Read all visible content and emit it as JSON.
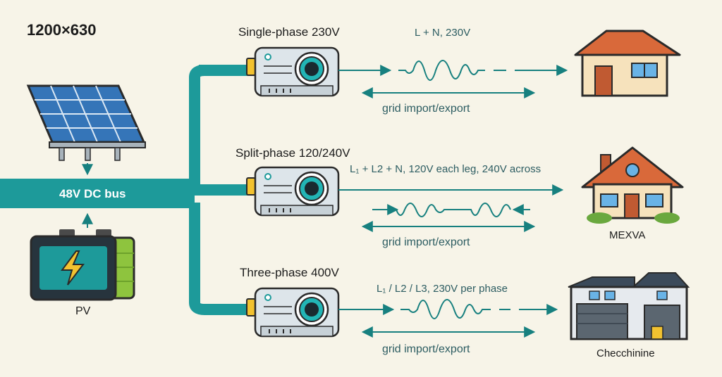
{
  "title": "1200×630",
  "bus": {
    "label": "48V DC bus"
  },
  "battery": {
    "label": "PV"
  },
  "branches": [
    {
      "title": "Single-phase 230V",
      "wave_label": "L + N, 230V",
      "grid_label": "grid import/export",
      "building_label": ""
    },
    {
      "title": "Split-phase 120/240V",
      "wave_label": "L₁ + L2 + N, 120V each leg, 240V across",
      "grid_label": "grid import/export",
      "building_label": "MEXVA"
    },
    {
      "title": "Three-phase 400V",
      "wave_label": "L₁ / L2 / L3, 230V per phase",
      "grid_label": "grid import/export",
      "building_label": "Checchinine"
    }
  ],
  "colors": {
    "teal": "#1d9a9a",
    "arrow": "#17807f",
    "background": "#f7f4e8"
  }
}
